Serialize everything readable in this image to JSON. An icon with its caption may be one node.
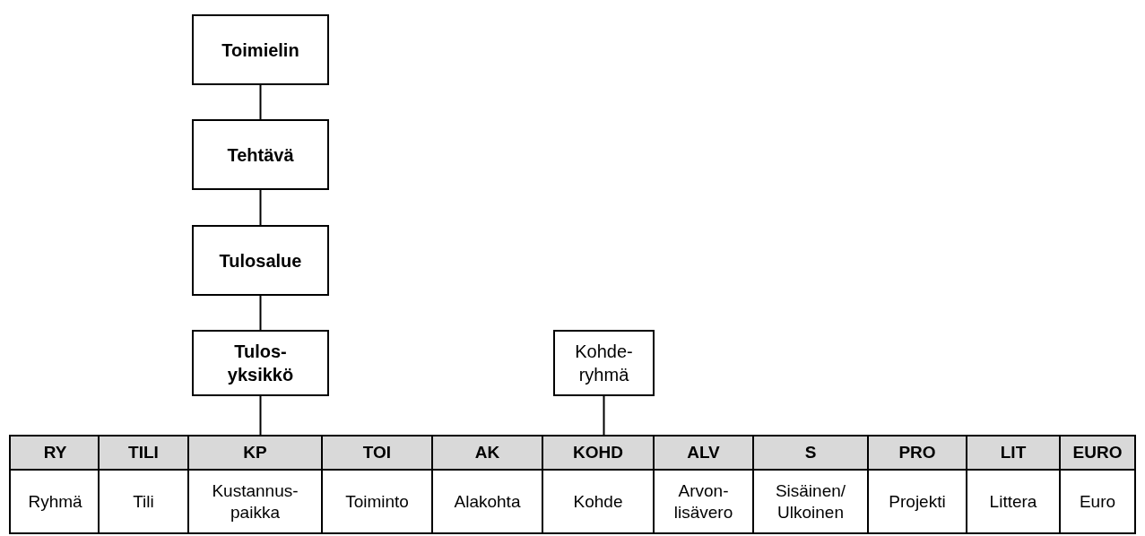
{
  "diagram": {
    "nodes": [
      {
        "text": [
          "Toimielin"
        ]
      },
      {
        "text": [
          "Tehtävä"
        ]
      },
      {
        "text": [
          "Tulosalue"
        ]
      },
      {
        "text": [
          "Tulos-yksikkö"
        ]
      },
      {
        "text": [
          "Kohde-ryhmä"
        ]
      },
      {
        "text": [
          "RY",
          "Ryhmä"
        ]
      },
      {
        "text": [
          "TILI",
          "Tili"
        ]
      },
      {
        "text": [
          "KP",
          "Kustannus-paikka"
        ]
      },
      {
        "text": [
          "TOI",
          "Toiminto"
        ]
      },
      {
        "text": [
          "AK",
          "Alakohta"
        ]
      },
      {
        "text": [
          "KOHD",
          "Kohde"
        ]
      },
      {
        "text": [
          "ALV",
          "Arvon-lisävero"
        ]
      },
      {
        "text": [
          "S",
          "Sisäinen/ Ulkoinen"
        ]
      },
      {
        "text": [
          "PRO",
          "Projekti"
        ]
      },
      {
        "text": [
          "LIT",
          "Littera"
        ]
      },
      {
        "text": [
          "EURO",
          "Euro"
        ]
      }
    ],
    "edges": [
      {
        "from": 0,
        "to": 1,
        "arrow": "none"
      },
      {
        "from": 1,
        "to": 2,
        "arrow": "none"
      },
      {
        "from": 2,
        "to": 3,
        "arrow": "none"
      },
      {
        "from": 3,
        "to": 7,
        "arrow": "none"
      },
      {
        "from": 4,
        "to": 10,
        "arrow": "none"
      }
    ]
  }
}
